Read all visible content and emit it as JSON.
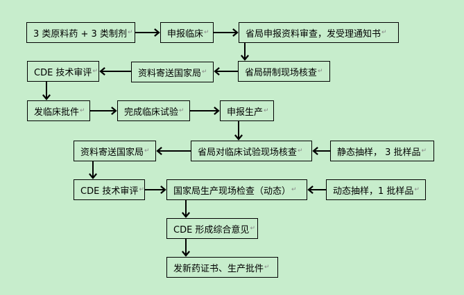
{
  "diagram": {
    "type": "flowchart",
    "background_color": "#c7edcc",
    "line_color": "#000000",
    "paragraph_mark": "↵",
    "nodes": [
      {
        "id": "n1",
        "label": "3 类原料药  + 3 类制剂"
      },
      {
        "id": "n2",
        "label": "申报临床"
      },
      {
        "id": "n3",
        "label": "省局申报资料审查，发受理通知书"
      },
      {
        "id": "n4",
        "label": "省局研制现场核查"
      },
      {
        "id": "n5",
        "label": "资料寄送国家局"
      },
      {
        "id": "n6",
        "label": "CDE 技术审评"
      },
      {
        "id": "n7",
        "label": "发临床批件"
      },
      {
        "id": "n8",
        "label": "完成临床试验"
      },
      {
        "id": "n9",
        "label": "申报生产"
      },
      {
        "id": "n10",
        "label": "省局对临床试验现场核查"
      },
      {
        "id": "n11",
        "label": "静态抽样，  3 批样品"
      },
      {
        "id": "n12",
        "label": "资料寄送国家局"
      },
      {
        "id": "n13",
        "label": "CDE 技术审评"
      },
      {
        "id": "n14",
        "label": "国家局生产现场检查（动态）"
      },
      {
        "id": "n15",
        "label": "动态抽样，1 批样品"
      },
      {
        "id": "n16",
        "label": "CDE 形成综合意见"
      },
      {
        "id": "n17",
        "label": "发新药证书、生产批件"
      }
    ],
    "edges": [
      {
        "from": "n1",
        "to": "n2"
      },
      {
        "from": "n2",
        "to": "n3"
      },
      {
        "from": "n3",
        "to": "n4"
      },
      {
        "from": "n4",
        "to": "n5"
      },
      {
        "from": "n5",
        "to": "n6"
      },
      {
        "from": "n6",
        "to": "n7"
      },
      {
        "from": "n7",
        "to": "n8"
      },
      {
        "from": "n8",
        "to": "n9"
      },
      {
        "from": "n9",
        "to": "n10"
      },
      {
        "from": "n11",
        "to": "n10"
      },
      {
        "from": "n10",
        "to": "n12"
      },
      {
        "from": "n12",
        "to": "n13"
      },
      {
        "from": "n13",
        "to": "n14"
      },
      {
        "from": "n15",
        "to": "n14"
      },
      {
        "from": "n14",
        "to": "n16"
      },
      {
        "from": "n16",
        "to": "n17"
      }
    ]
  }
}
